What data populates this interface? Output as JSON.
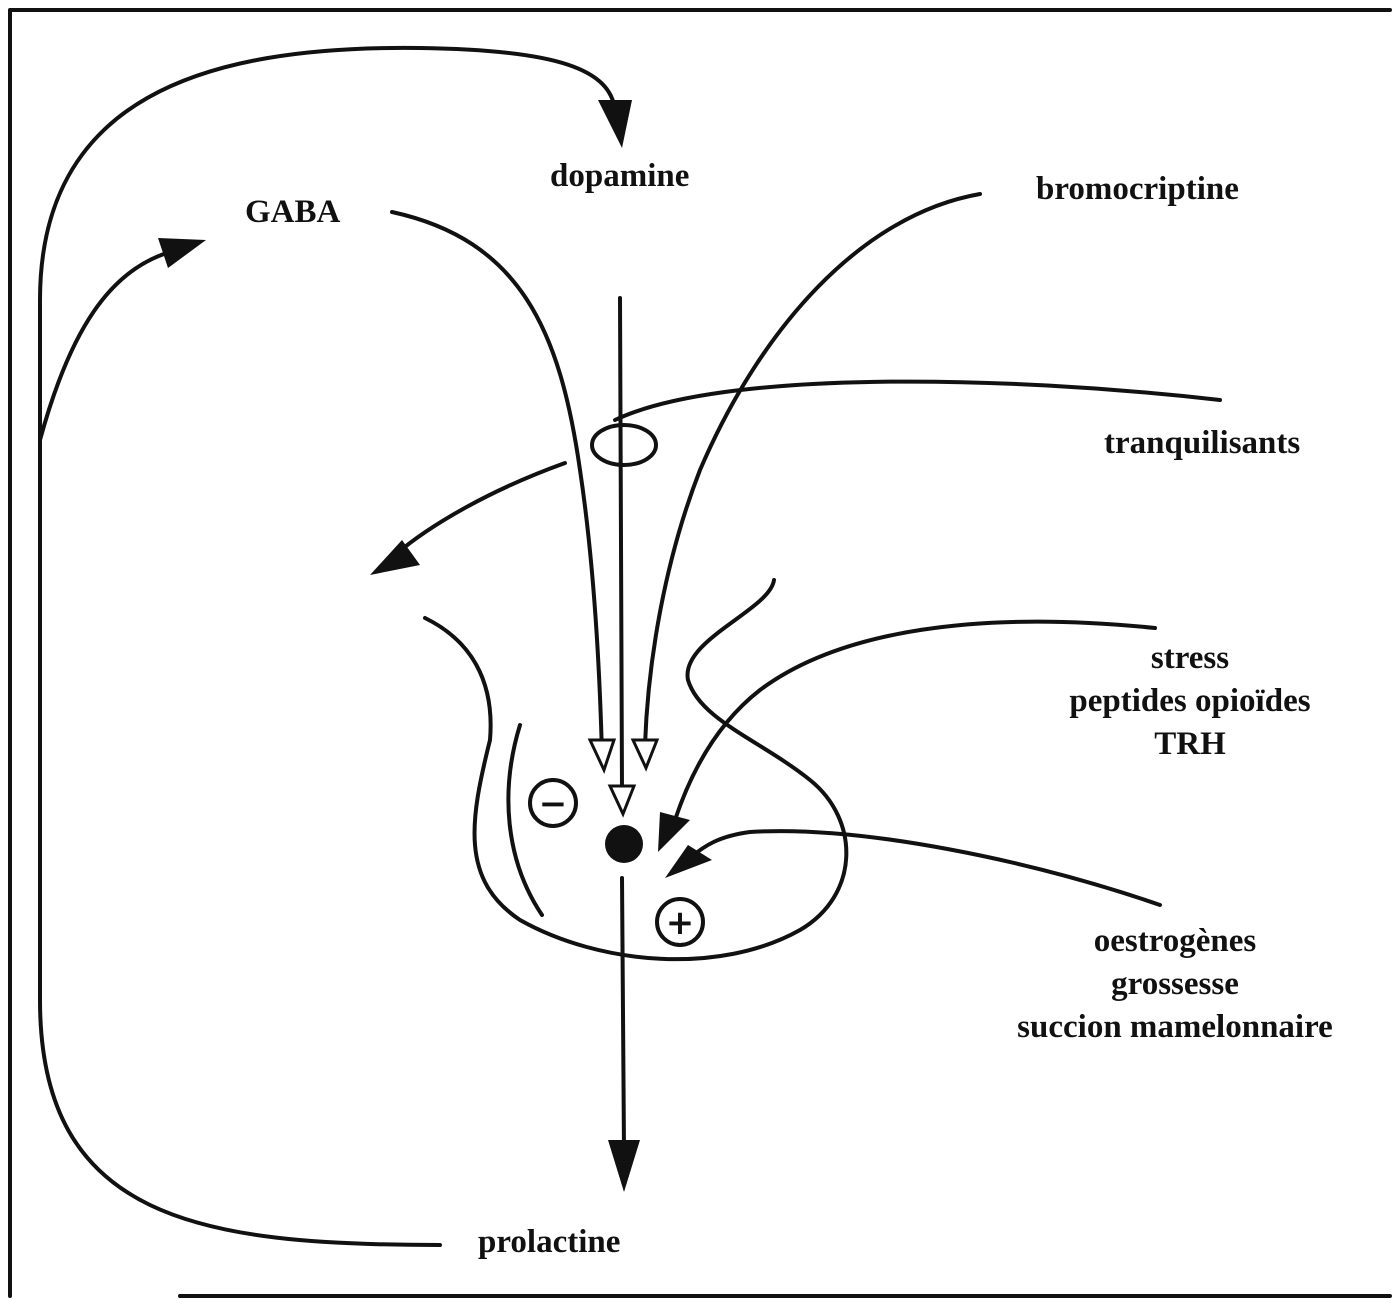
{
  "diagram": {
    "labels": {
      "dopamine": "dopamine",
      "gaba": "GABA",
      "bromocriptine": "bromocriptine",
      "tranquilisants": "tranquilisants",
      "stimuli_top": [
        "stress",
        "peptides opioïdes",
        "TRH"
      ],
      "stimuli_bottom": [
        "oestrogènes",
        "grossesse",
        "succion mamelonnaire"
      ],
      "prolactine": "prolactine"
    },
    "signs": {
      "inhibition": "−",
      "stimulation": "+"
    },
    "colors": {
      "ink": "#111111",
      "background": "#ffffff"
    }
  }
}
